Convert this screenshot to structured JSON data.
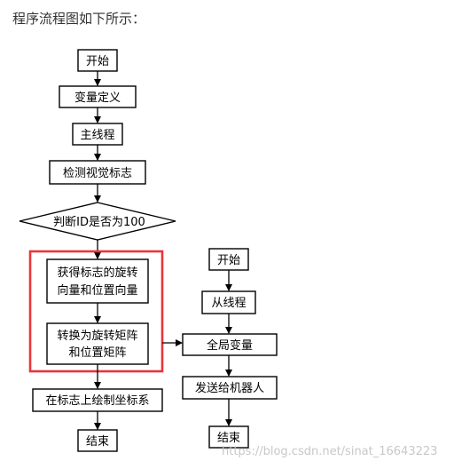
{
  "caption": "程序流程图如下所示：",
  "flow_left": {
    "start": "开始",
    "vars": "变量定义",
    "main_thread": "主线程",
    "detect": "检测视觉标志",
    "decision": "判断ID是否为100",
    "get_vectors_1": "获得标志的旋转",
    "get_vectors_2": "向量和位置向量",
    "convert_1": "转换为旋转矩阵",
    "convert_2": "和位置矩阵",
    "draw_axes": "在标志上绘制坐标系",
    "end": "结束"
  },
  "flow_right": {
    "start": "开始",
    "sub_thread": "从线程",
    "global_var": "全局变量",
    "send": "发送给机器人",
    "end": "结束"
  },
  "watermark": "https://blog.csdn.net/sinat_16643223",
  "colors": {
    "highlight": "#e8363a",
    "stroke": "#000000"
  }
}
